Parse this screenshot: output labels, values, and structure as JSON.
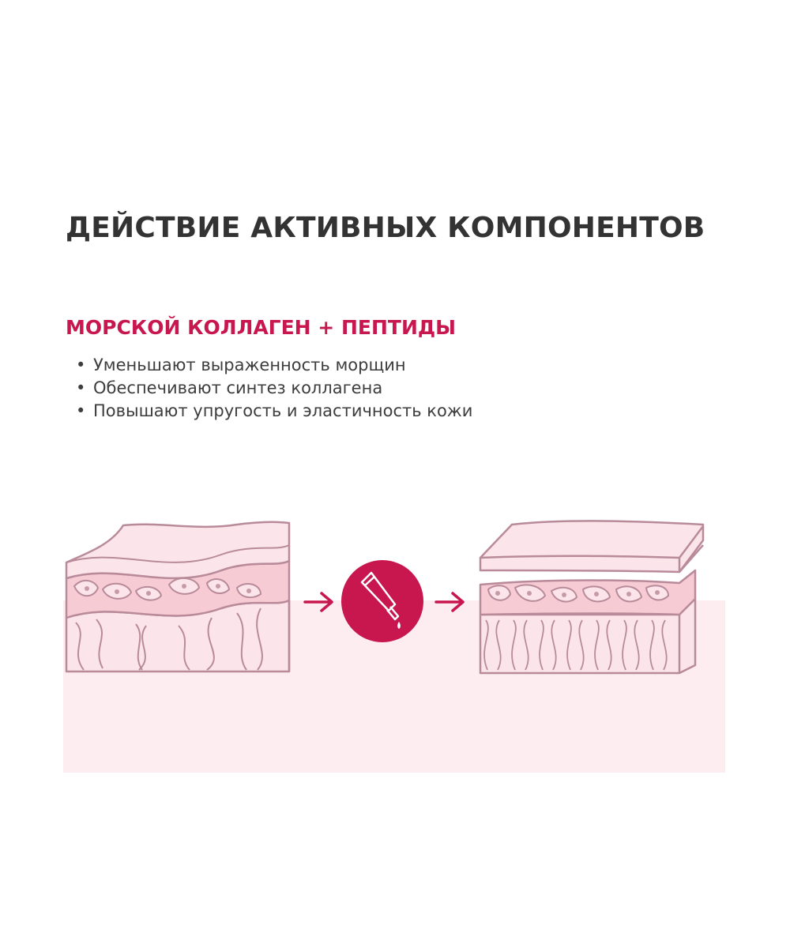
{
  "header": {
    "title": "ДЕЙСТВИЕ АКТИВНЫХ КОМПОНЕНТОВ"
  },
  "section": {
    "title": "МОРСКОЙ КОЛЛАГЕН + ПЕПТИДЫ",
    "bullet_symbol": "•",
    "benefits": [
      "Уменьшают выраженность морщин",
      "Обеспечивают синтез коллагена",
      "Повышают упругость и эластичность кожи"
    ]
  },
  "colors": {
    "accent": "#c8164f",
    "title_text": "#333333",
    "body_text": "#3d3d3d",
    "panel_bg": "#fdedf1",
    "skin_top": "#fbe5ea",
    "skin_mid": "#f7cbd4",
    "skin_outline": "#b98a9a"
  },
  "illustration": {
    "before_icon": "skin-layers-before-icon",
    "arrow_icon": "arrow-right-icon",
    "product_icon": "cream-tube-icon",
    "after_icon": "skin-layers-after-icon"
  }
}
